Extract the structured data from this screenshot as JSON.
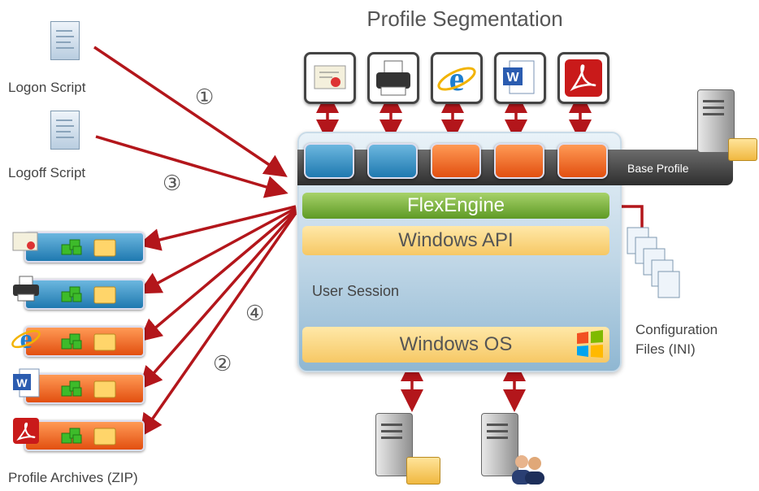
{
  "title": "Profile Segmentation",
  "labels": {
    "logon_script": "Logon Script",
    "logoff_script": "Logoff Script",
    "profile_archives": "Profile Archives (ZIP)",
    "base_profile": "Base Profile",
    "flexengine": "FlexEngine",
    "windows_api": "Windows API",
    "user_session": "User Session",
    "windows_os": "Windows OS",
    "config_files_line1": "Configuration",
    "config_files_line2": "Files (INI)"
  },
  "step_numbers": [
    "①",
    "③",
    "④",
    "②"
  ],
  "app_icons": [
    "certificate-icon",
    "printer-icon",
    "internet-explorer-icon",
    "word-icon",
    "acrobat-icon"
  ],
  "archive_rows": [
    {
      "icon": "certificate-icon",
      "color": "blue"
    },
    {
      "icon": "printer-icon",
      "color": "blue"
    },
    {
      "icon": "internet-explorer-icon",
      "color": "orange"
    },
    {
      "icon": "word-icon",
      "color": "orange"
    },
    {
      "icon": "acrobat-icon",
      "color": "orange"
    }
  ],
  "colors": {
    "arrow": "#b3161b",
    "blue_segment": "#1f79b0",
    "orange_segment": "#e24f10",
    "flexengine_green": "#6aa52f",
    "api_yellow": "#f6c865"
  }
}
